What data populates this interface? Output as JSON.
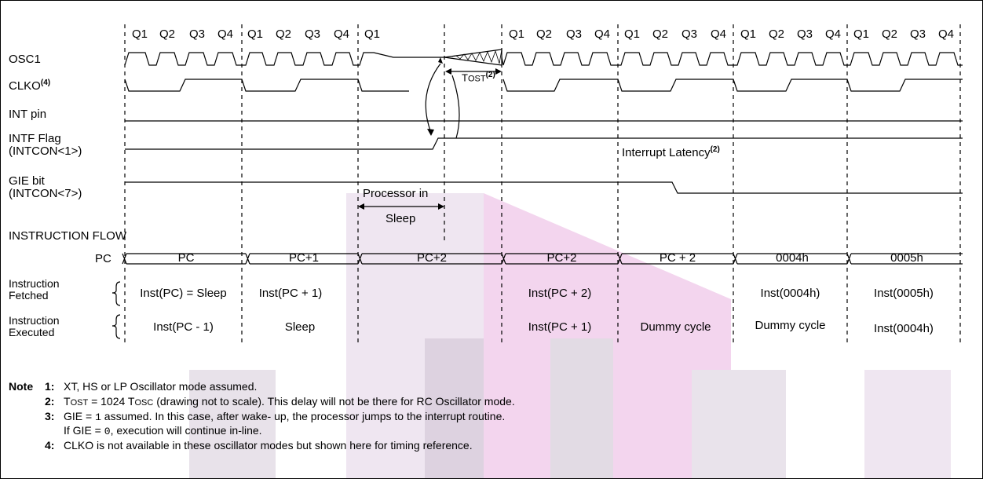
{
  "quarter_labels": [
    "Q1",
    "Q2",
    "Q3",
    "Q4"
  ],
  "q1_only": "Q1",
  "signals": {
    "osc1": "OSC1",
    "clko": "CLKO",
    "clko_sup": "(4)",
    "int_pin": "INT pin",
    "intf_flag_l1": "INTF Flag",
    "intf_flag_l2": "(INTCON<1>)",
    "gie_bit_l1": "GIE bit",
    "gie_bit_l2": "(INTCON<7>)",
    "instruction_flow": "INSTRUCTION FLOW",
    "pc": "PC",
    "fetched_l1": "Instruction",
    "fetched_l2": "Fetched",
    "executed_l1": "Instruction",
    "executed_l2": "Executed"
  },
  "annotations": {
    "tost_main": "T",
    "tost_sub": "OST",
    "tost_sup": "(2)",
    "processor_in": "Processor in",
    "sleep": "Sleep",
    "interrupt_latency": "Interrupt Latency",
    "interrupt_latency_sup": "(2)"
  },
  "pc_values": [
    "PC",
    "PC+1",
    "PC+2",
    "PC+2",
    "PC + 2",
    "0004h",
    "0005h"
  ],
  "fetched": [
    "Inst(PC) = Sleep",
    "Inst(PC + 1)",
    "",
    "Inst(PC + 2)",
    "",
    "Inst(0004h)",
    "Inst(0005h)"
  ],
  "executed": [
    "Inst(PC - 1)",
    "Sleep",
    "",
    "Inst(PC + 1)",
    "Dummy cycle",
    "Dummy cycle",
    "Inst(0004h)"
  ],
  "notes": {
    "heading": "Note",
    "n1_num": "1:",
    "n1": "XT, HS or LP Oscillator mode assumed.",
    "n2_num": "2:",
    "n2_a": "T",
    "n2_a_sub": "OST",
    "n2_b": " = 1024 T",
    "n2_b_sub": "OSC",
    "n2_c": " (drawing not to scale). This delay will not be there for RC Oscillator mode.",
    "n3_num": "3:",
    "n3_a": "GIE = ",
    "n3_code1": "1",
    "n3_b": " assumed. In this case, after wake- up, the processor jumps to the interrupt routine.",
    "n3_line2_a": "If GIE = ",
    "n3_code0": "0",
    "n3_line2_b": ", execution will continue in-line.",
    "n4_num": "4:",
    "n4": "CLKO is not available in these oscillator modes but shown here for timing reference."
  }
}
